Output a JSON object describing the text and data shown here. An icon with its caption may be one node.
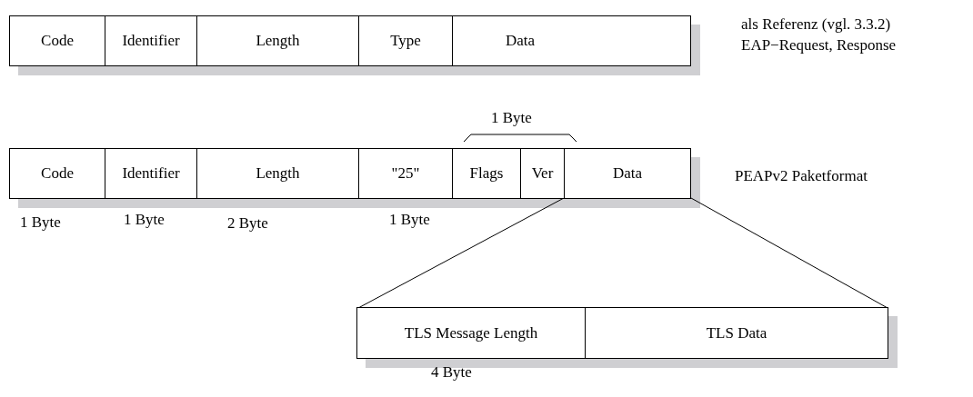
{
  "diagram": {
    "nodes": [
      {
        "text": [
          "Code"
        ]
      },
      {
        "text": [
          "Identifier"
        ]
      },
      {
        "text": [
          "Length"
        ]
      },
      {
        "text": [
          "Type"
        ]
      },
      {
        "text": [
          "Data"
        ]
      },
      {
        "text": [
          "Code"
        ]
      },
      {
        "text": [
          "Identifier"
        ]
      },
      {
        "text": [
          "Length"
        ]
      },
      {
        "text": [
          "\"25\""
        ]
      },
      {
        "text": [
          "Flags"
        ]
      },
      {
        "text": [
          "Ver"
        ]
      },
      {
        "text": [
          "Data"
        ]
      },
      {
        "text": [
          "TLS Message Length"
        ]
      },
      {
        "text": [
          "TLS Data"
        ]
      }
    ],
    "edges": [
      {
        "from": 11,
        "to": 12,
        "arrow": "none"
      },
      {
        "from": 11,
        "to": 13,
        "arrow": "none"
      }
    ],
    "labels": [
      "als Referenz (vgl. 3.3.2)",
      "EAP−Request, Response",
      "1 Byte",
      "PEAPv2 Paketformat",
      "1 Byte",
      "1 Byte",
      "2 Byte",
      "1 Byte",
      "4 Byte"
    ]
  }
}
